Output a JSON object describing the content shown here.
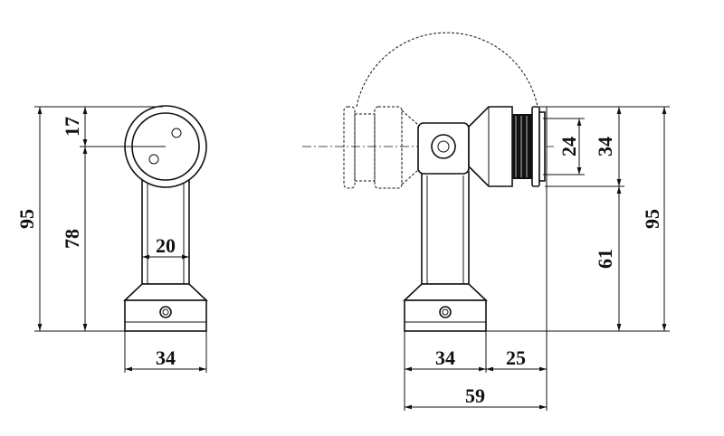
{
  "dimensions": {
    "left_total_height": "95",
    "left_top_offset": "17",
    "left_lower_height": "78",
    "left_post_width": "20",
    "left_base_width": "34",
    "right_inner_diameter": "24",
    "right_outer_diameter": "34",
    "right_total_height": "95",
    "right_lower_height": "61",
    "right_base_width": "34",
    "right_offset": "25",
    "right_total_width": "59"
  },
  "colors": {
    "line": "#111111",
    "background": "#ffffff"
  }
}
